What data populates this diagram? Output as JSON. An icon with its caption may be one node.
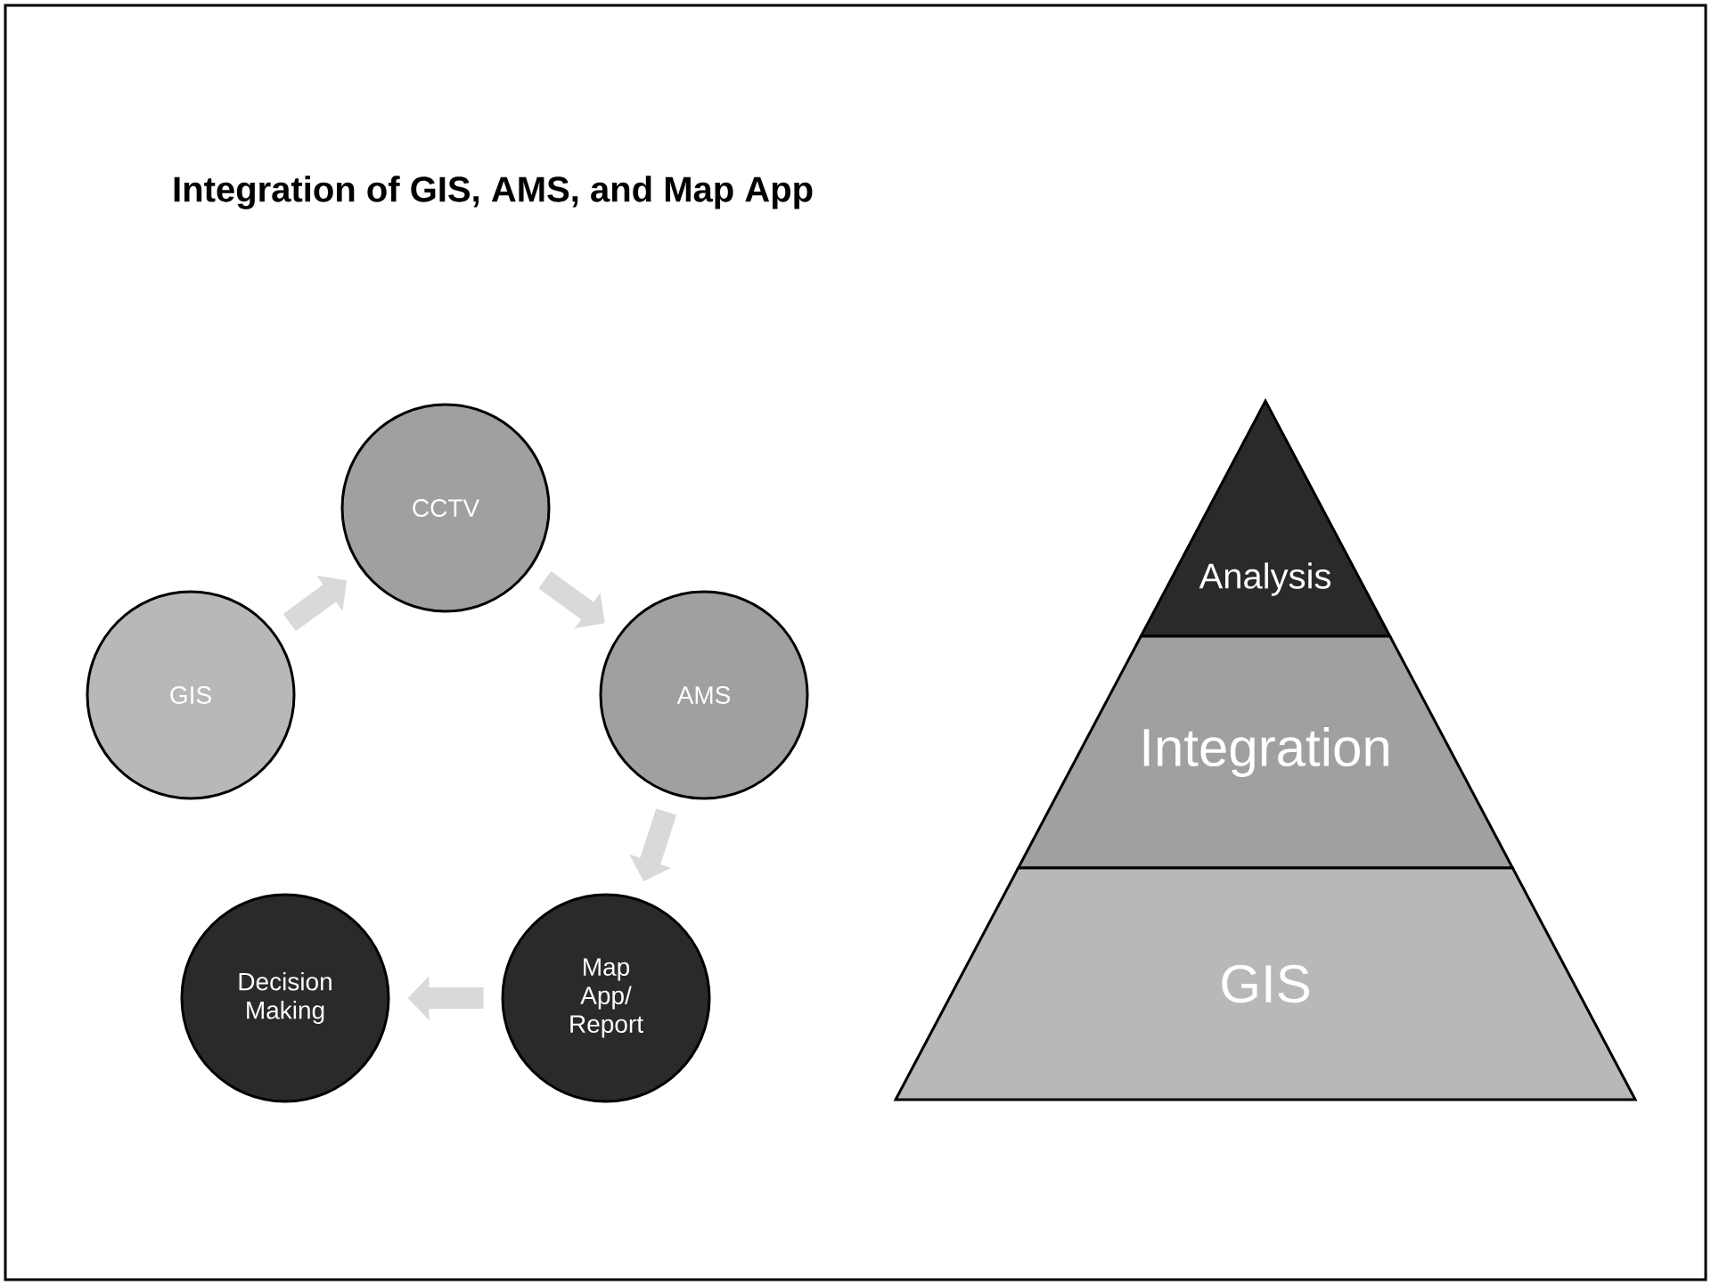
{
  "diagram": {
    "title": "Integration of GIS, AMS, and Map App",
    "nodes": [
      {
        "text": [
          "CCTV"
        ]
      },
      {
        "text": [
          "GIS"
        ]
      },
      {
        "text": [
          "AMS"
        ]
      },
      {
        "text": [
          "Map App/ Report"
        ]
      },
      {
        "text": [
          "Decision Making"
        ]
      },
      {
        "text": [
          "Analysis"
        ]
      },
      {
        "text": [
          "Integration"
        ]
      },
      {
        "text": [
          "GIS"
        ]
      }
    ],
    "edges": [
      {
        "from": 1,
        "to": 0,
        "arrow": "to"
      },
      {
        "from": 0,
        "to": 2,
        "arrow": "to"
      },
      {
        "from": 2,
        "to": 3,
        "arrow": "to"
      },
      {
        "from": 3,
        "to": 4,
        "arrow": "to"
      }
    ]
  }
}
